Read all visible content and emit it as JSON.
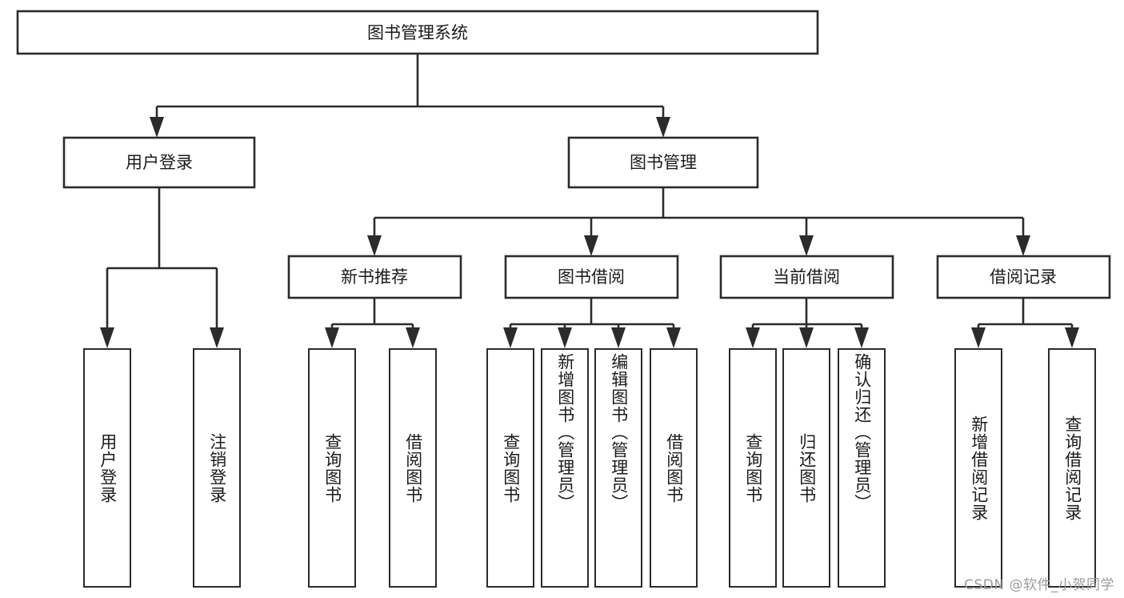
{
  "diagram": {
    "type": "tree-hierarchy",
    "title": "图书管理系统",
    "watermark": "CSDN @软件_小贺同学",
    "colors": {
      "stroke": "#2b2b2b",
      "fill": "#ffffff",
      "text": "#1b1b1b",
      "watermark": "#9b9b9b"
    },
    "root": {
      "label": "图书管理系统"
    },
    "level1": [
      {
        "label": "用户登录"
      },
      {
        "label": "图书管理"
      }
    ],
    "level2": [
      {
        "label": "新书推荐"
      },
      {
        "label": "图书借阅"
      },
      {
        "label": "当前借阅"
      },
      {
        "label": "借阅记录"
      }
    ],
    "leaves": {
      "user_login": [
        {
          "label": "用户登录"
        },
        {
          "label": "注销登录"
        }
      ],
      "new_book": [
        {
          "label": "查询图书"
        },
        {
          "label": "借阅图书"
        }
      ],
      "book_borrow": [
        {
          "label": "查询图书"
        },
        {
          "label": "新增图书（管理员）"
        },
        {
          "label": "编辑图书（管理员）"
        },
        {
          "label": "借阅图书"
        }
      ],
      "current_borrow": [
        {
          "label": "查询图书"
        },
        {
          "label": "归还图书"
        },
        {
          "label": "确认归还（管理员）"
        }
      ],
      "borrow_record": [
        {
          "label": "新增借阅记录"
        },
        {
          "label": "查询借阅记录"
        }
      ]
    }
  }
}
